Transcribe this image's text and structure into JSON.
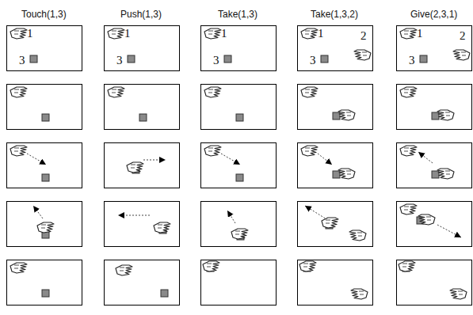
{
  "diagram": {
    "labels": [
      "Touch(1,3)",
      "Push(1,3)",
      "Take(1,3)",
      "Take(1,3,2)",
      "Give(2,3,1)",
      "1",
      "3",
      "1",
      "3",
      "1",
      "3",
      "1",
      "2",
      "3",
      "1",
      "2",
      "3"
    ]
  }
}
